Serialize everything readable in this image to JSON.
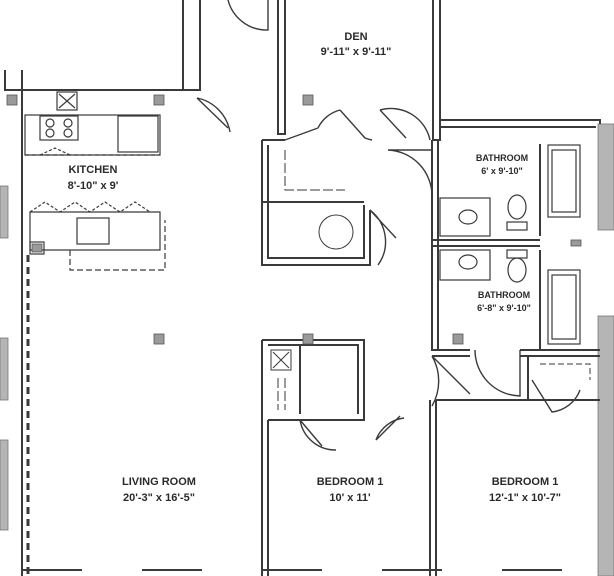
{
  "rooms": {
    "den": {
      "name": "DEN",
      "dims": "9'-11\" x 9'-11\""
    },
    "kitchen": {
      "name": "KITCHEN",
      "dims": "8'-10\" x 9'"
    },
    "bathroom_1": {
      "name": "BATHROOM",
      "dims": "6' x 9'-10\""
    },
    "bathroom_2": {
      "name": "BATHROOM",
      "dims": "6'-8\" x 9'-10\""
    },
    "living_room": {
      "name": "LIVING ROOM",
      "dims": "20'-3\" x 16'-5\""
    },
    "bedroom_1a": {
      "name": "BEDROOM 1",
      "dims": "10' x 11'"
    },
    "bedroom_1b": {
      "name": "BEDROOM 1",
      "dims": "12'-1\" x 10'-7\""
    }
  },
  "colors": {
    "wall": "#3a3a3a",
    "column": "#9a9a9a",
    "window": "#b0b0b0",
    "text": "#2a2a2a"
  }
}
